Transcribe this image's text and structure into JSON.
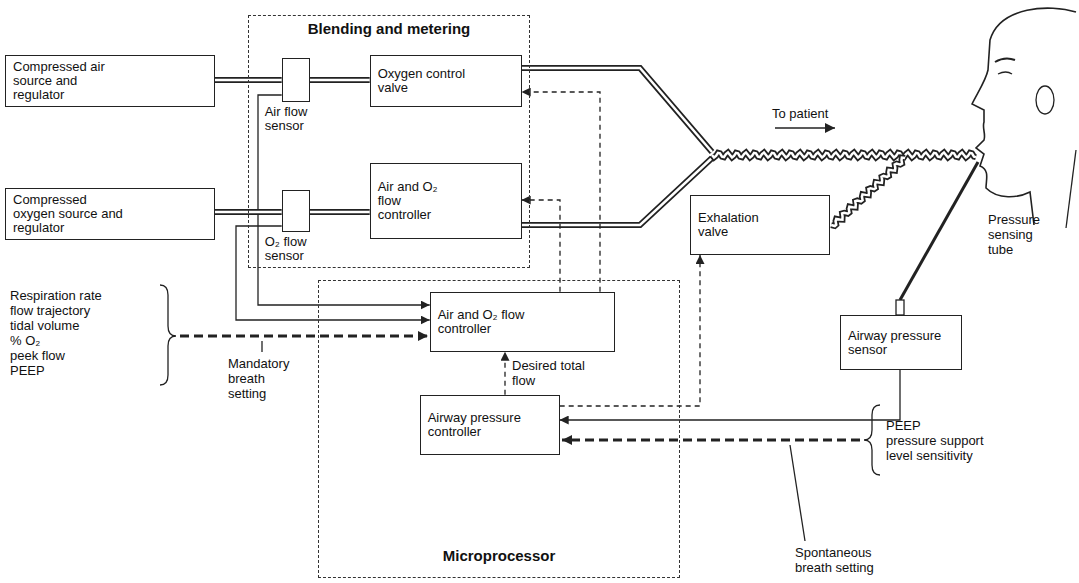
{
  "diagram": {
    "nodes": [
      {
        "text": [
          "Compressed air source and regulator"
        ]
      },
      {
        "text": [
          "Blending and metering"
        ]
      },
      {
        "text": [
          "Air flow sensor"
        ],
        "in": 1
      },
      {
        "text": [
          "Oxygen control valve"
        ],
        "in": 1
      },
      {
        "text": [
          "Compressed oxygen source and regulator"
        ]
      },
      {
        "text": [
          "O₂ flow sensor"
        ],
        "in": 1
      },
      {
        "text": [
          "Air and O₂ flow controller"
        ],
        "in": 1
      },
      {
        "text": [
          "Exhalation valve"
        ]
      },
      {
        "text": [
          "Microprocessor"
        ]
      },
      {
        "text": [
          "Air and O₂ flow controller"
        ],
        "in": 8
      },
      {
        "text": [
          "Airway pressure sensor"
        ]
      },
      {
        "text": [
          "Airway pressure controller"
        ],
        "in": 8
      }
    ],
    "edges": [
      {
        "from": 0,
        "to": 2,
        "arrow": "none"
      },
      {
        "from": 2,
        "to": 3,
        "arrow": "none"
      },
      {
        "from": 4,
        "to": 5,
        "arrow": "none"
      },
      {
        "from": 5,
        "to": 6,
        "arrow": "none"
      },
      {
        "from": 2,
        "to": 9,
        "arrow": "to"
      },
      {
        "from": 5,
        "to": 9,
        "arrow": "to"
      },
      {
        "from": 9,
        "to": 3,
        "arrow": "to"
      },
      {
        "from": 9,
        "to": 6,
        "arrow": "to"
      },
      {
        "from": 11,
        "to": 9,
        "label": "Desired total flow",
        "arrow": "to"
      },
      {
        "from": 11,
        "to": 7,
        "arrow": "to"
      },
      {
        "from": 10,
        "to": 11,
        "arrow": "to"
      }
    ],
    "labels": [
      "To patient",
      "Pressure sensing tube",
      "Respiration rate",
      "flow trajectory",
      "tidal volume",
      "% O₂",
      "peek flow",
      "PEEP",
      "Mandatory breath setting",
      "PEEP",
      "pressure support",
      "level sensitivity",
      "Spontaneous breath setting"
    ]
  }
}
